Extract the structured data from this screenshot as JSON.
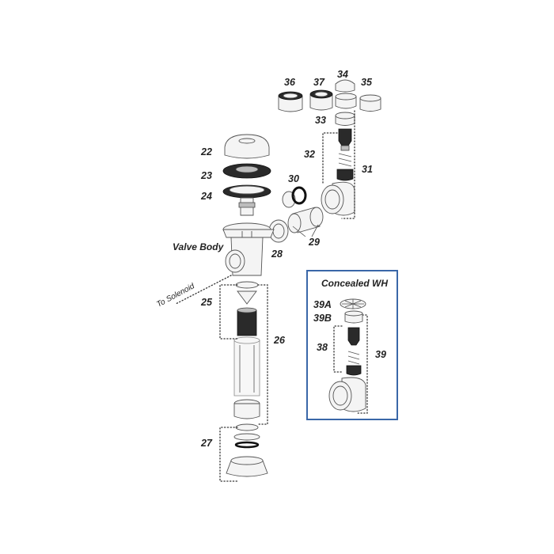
{
  "diagram": {
    "part_labels": {
      "p22": "22",
      "p23": "23",
      "p24": "24",
      "p25": "25",
      "p26": "26",
      "p27": "27",
      "p28": "28",
      "p29": "29",
      "p30": "30",
      "p31": "31",
      "p32": "32",
      "p33": "33",
      "p34": "34",
      "p35": "35",
      "p36": "36",
      "p37": "37",
      "p38": "38",
      "p39": "39",
      "p39a": "39A",
      "p39b": "39B"
    },
    "valve_body_label": "Valve Body",
    "solenoid_label": "To Solenoid",
    "inset_title": "Concealed WH",
    "colors": {
      "inset_border": "#3a67a8",
      "ink": "#222222"
    }
  }
}
